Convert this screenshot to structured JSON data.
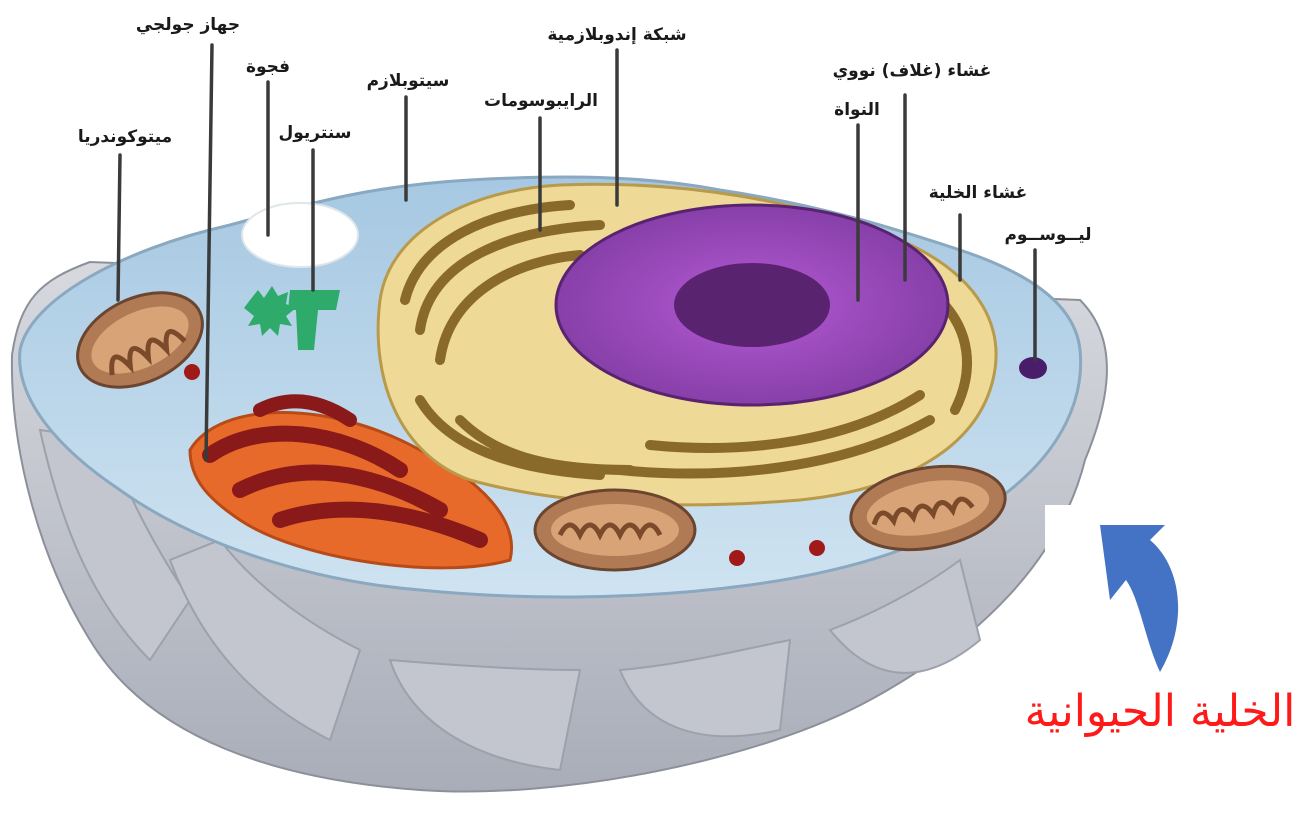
{
  "labels": {
    "golgi": "جهاز جولجي",
    "vacuole": "فجوة",
    "mitochondria": "ميتوكوندريا",
    "centrosome": "سنتريول",
    "cytoplasm": "سيتوبلازم",
    "ribosomes": "الرايبوسومات",
    "er": "شبكة إندوبلازمية",
    "nuclear_envelope": "غشاء (غلاف) نووي",
    "nucleus": "النواة",
    "cell_membrane": "غشاء الخلية",
    "lysosome": "ليــوســوم"
  },
  "title": "الخلية الحيوانية",
  "colors": {
    "title": "#ff1a1a",
    "arrow": "#4472c4",
    "cytoplasm": "#bcd8ea",
    "cell_body": "#c9ccd4",
    "nucleus": "#8e44ad",
    "nucleolus": "#5a2370",
    "er": "#e8d28a",
    "golgi": "#e86a2a",
    "mitochondria": "#9a6a4a",
    "centrosome": "#2eaa6a",
    "lysosome": "#4a1d6a"
  },
  "icons": {
    "arrow": "curved-arrow-up-icon"
  }
}
